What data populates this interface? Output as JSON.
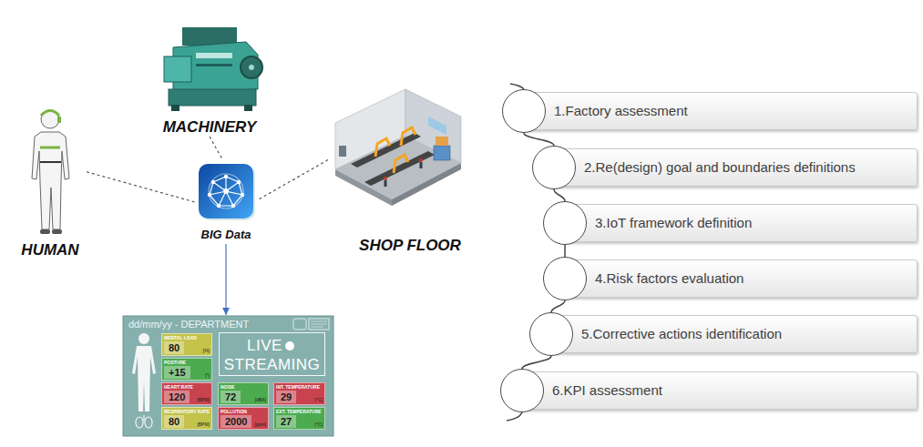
{
  "diagram": {
    "nodes": [
      {
        "text": [
          "HUMAN"
        ]
      },
      {
        "text": [
          "MACHINERY"
        ]
      },
      {
        "text": [
          "BIG Data"
        ]
      },
      {
        "text": [
          "SHOP FLOOR"
        ]
      },
      {
        "text": [
          "dd/mm/yy - DEPARTMENT"
        ]
      },
      {
        "text": [
          "LIVE",
          "STREAMING"
        ],
        "in": 4
      },
      {
        "text": [
          "MENTAL LOAD",
          "80",
          "[%]"
        ],
        "in": 4
      },
      {
        "text": [
          "POSTURE",
          "+15",
          "[°]"
        ],
        "in": 4
      },
      {
        "text": [
          "HEART RATE",
          "120",
          "[BPM]"
        ],
        "in": 4
      },
      {
        "text": [
          "NOISE",
          "72",
          "[dBA]"
        ],
        "in": 4
      },
      {
        "text": [
          "INT. TEMPERATURE",
          "29",
          "[°C]"
        ],
        "in": 4
      },
      {
        "text": [
          "RESPIRATORY RATE",
          "80",
          "[BPM]"
        ],
        "in": 4
      },
      {
        "text": [
          "POLLUTION",
          "2000",
          "[ppm]"
        ],
        "in": 4
      },
      {
        "text": [
          "EXT. TEMPERATURE",
          "27",
          "[°C]"
        ],
        "in": 4
      },
      {
        "text": [
          "1.Factory assessment"
        ]
      },
      {
        "text": [
          "2.Re(design) goal and boundaries definitions"
        ]
      },
      {
        "text": [
          "3.IoT framework definition"
        ]
      },
      {
        "text": [
          "4.Risk factors evaluation"
        ]
      },
      {
        "text": [
          "5.Corrective actions identification"
        ]
      },
      {
        "text": [
          "6.KPI assessment"
        ]
      }
    ],
    "edges": [
      {
        "from": 0,
        "to": 2,
        "arrow": "none"
      },
      {
        "from": 1,
        "to": 2,
        "arrow": "none"
      },
      {
        "from": 3,
        "to": 2,
        "arrow": "none"
      },
      {
        "from": 2,
        "to": 4,
        "arrow": "to"
      },
      {
        "from": 14,
        "to": 15,
        "arrow": "none"
      },
      {
        "from": 15,
        "to": 16,
        "arrow": "none"
      },
      {
        "from": 16,
        "to": 17,
        "arrow": "none"
      },
      {
        "from": 17,
        "to": 18,
        "arrow": "none"
      },
      {
        "from": 18,
        "to": 19,
        "arrow": "none"
      }
    ]
  }
}
